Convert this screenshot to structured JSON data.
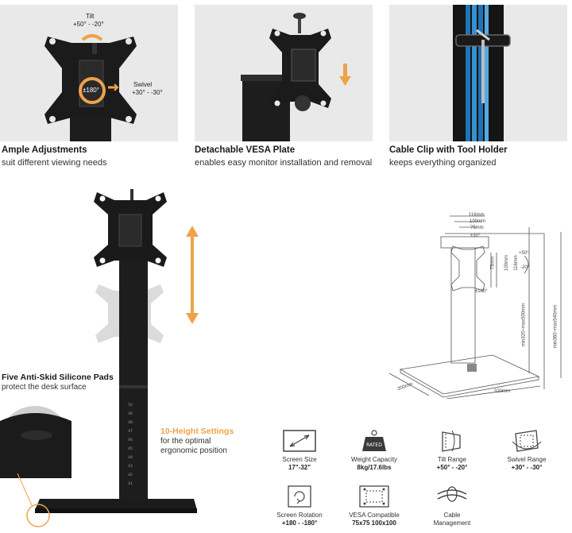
{
  "features": [
    {
      "title": "Ample Adjustments",
      "subtitle": "suit different viewing needs"
    },
    {
      "title": "Detachable VESA Plate",
      "subtitle": "enables easy monitor installation and removal"
    },
    {
      "title": "Cable Clip with Tool Holder",
      "subtitle": "keeps everything organized"
    }
  ],
  "adjust_panel": {
    "tilt_label": "Tilt",
    "tilt_range": "+50° - -20°",
    "swivel_label": "Swivel",
    "swivel_range": "+30° - -30°",
    "rotation_label": "±180°"
  },
  "pads": {
    "title": "Five Anti-Skid Silicone Pads",
    "subtitle": "protect the desk surface"
  },
  "height": {
    "title": "10-Height Settings",
    "line1": "for the optimal",
    "line2": "ergonomic position"
  },
  "pole_marks": [
    "50",
    "49",
    "48",
    "47",
    "46",
    "45",
    "44",
    "43",
    "42",
    "41"
  ],
  "diagram": {
    "w116": "116mm",
    "w100": "100mm",
    "w75": "75mm",
    "h75": "75mm",
    "h100": "100mm",
    "h116": "116mm",
    "swivel": "±30°",
    "tilt_up": "+50°",
    "tilt_down": "-20°",
    "rotate": "±180°",
    "h_min": "min320~max500mm",
    "h_max": "min360~max540mm",
    "depth": "200mm",
    "width": "320mm"
  },
  "specs": [
    {
      "icon": "screen-size-icon",
      "label": "Screen Size",
      "value": "17\"-32\""
    },
    {
      "icon": "weight-capacity-icon",
      "label": "Weight Capacity",
      "value": "8kg/17.6lbs",
      "badge": "RATED"
    },
    {
      "icon": "tilt-range-icon",
      "label": "Tilt Range",
      "value": "+50° - -20°"
    },
    {
      "icon": "swivel-range-icon",
      "label": "Swivel Range",
      "value": "+30° - -30°"
    },
    {
      "icon": "screen-rotation-icon",
      "label": "Screen Rotation",
      "value": "+180 - -180°"
    },
    {
      "icon": "vesa-compatible-icon",
      "label": "VESA Compatible",
      "value": "75x75 100x100"
    },
    {
      "icon": "cable-management-icon",
      "label": "Cable",
      "label2": "Management"
    }
  ],
  "colors": {
    "accent": "#f0a24a",
    "panel_bg": "#e9e9e9",
    "metal": "#1c1c1c"
  }
}
